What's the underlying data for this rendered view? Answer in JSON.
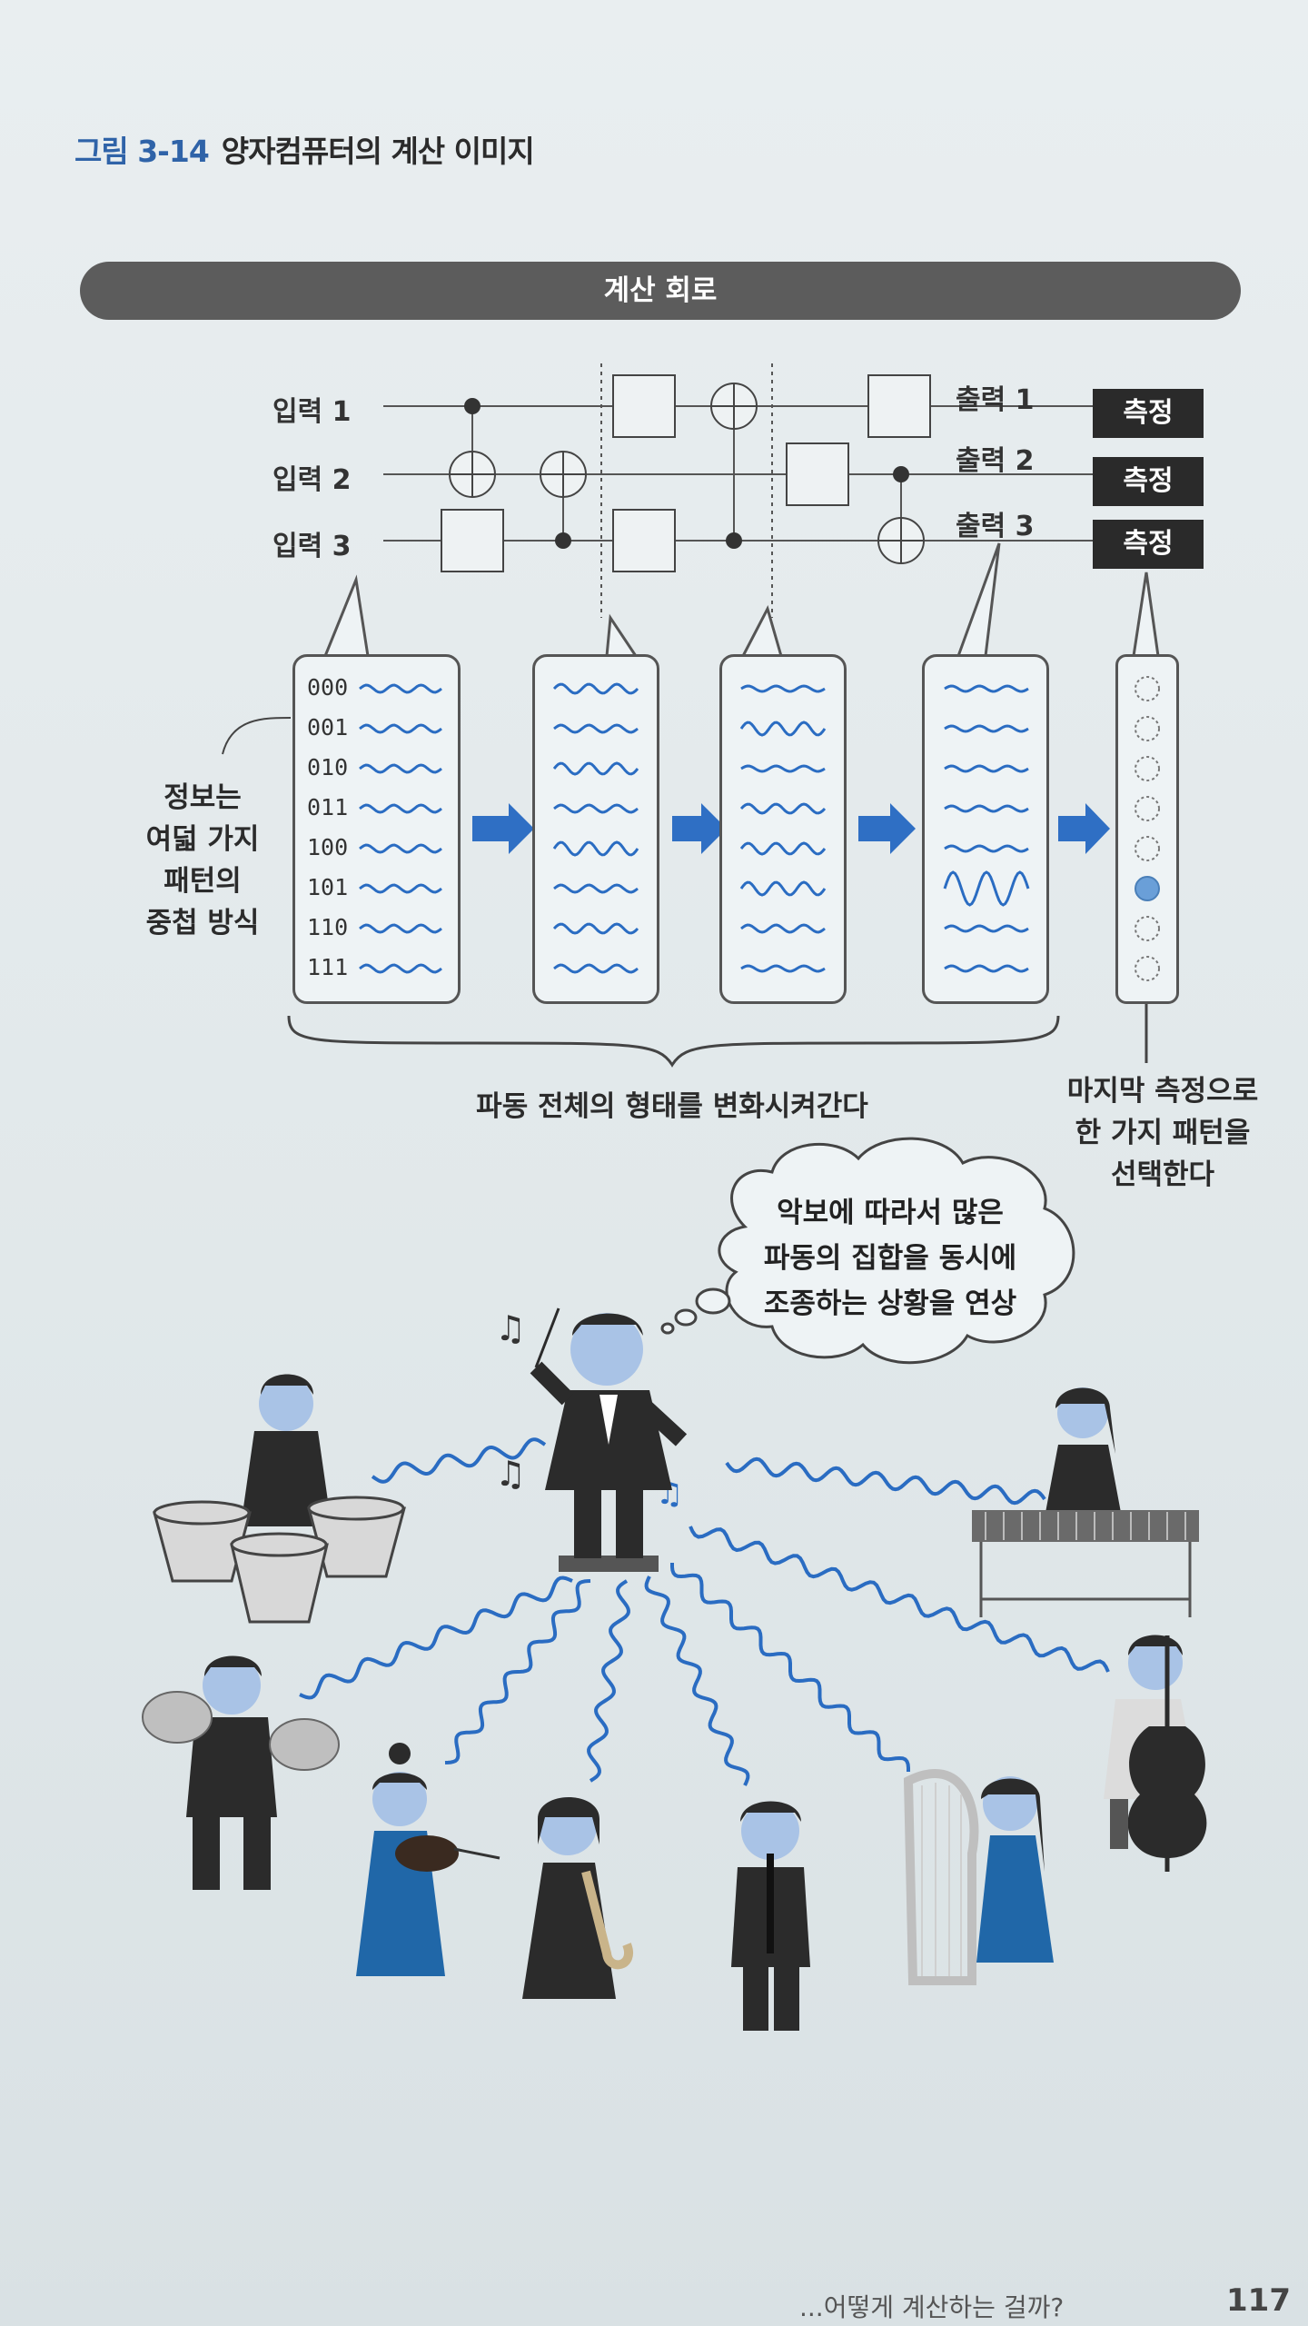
{
  "figure": {
    "number": "그림 3-14",
    "title": "양자컴퓨터의 계산 이미지"
  },
  "circuit": {
    "banner": "계산 회로",
    "inputs": [
      "입력 1",
      "입력 2",
      "입력 3"
    ],
    "outputs": [
      "출력 1",
      "출력 2",
      "출력 3"
    ],
    "measure_label": "측정"
  },
  "states": {
    "patterns": [
      "000",
      "001",
      "010",
      "011",
      "100",
      "101",
      "110",
      "111"
    ],
    "note": [
      "정보는",
      "여덟 가지",
      "패턴의",
      "중첩 방식"
    ],
    "caption": "파동 전체의 형태를 변화시켜간다",
    "final_note": [
      "마지막 측정으로",
      "한 가지 패턴을",
      "선택한다"
    ]
  },
  "orchestra": {
    "thought": [
      "악보에 따라서 많은",
      "파동의 집합을 동시에",
      "조종하는 상황을 연상"
    ]
  },
  "footer": {
    "text": "...어떻게 계산하는 걸까?",
    "page": "117"
  },
  "colors": {
    "accent_blue": "#2f6fc4",
    "wave_blue": "#2a6cc2",
    "figure_number_blue": "#2f63a8",
    "dark": "#2a2a2a"
  }
}
